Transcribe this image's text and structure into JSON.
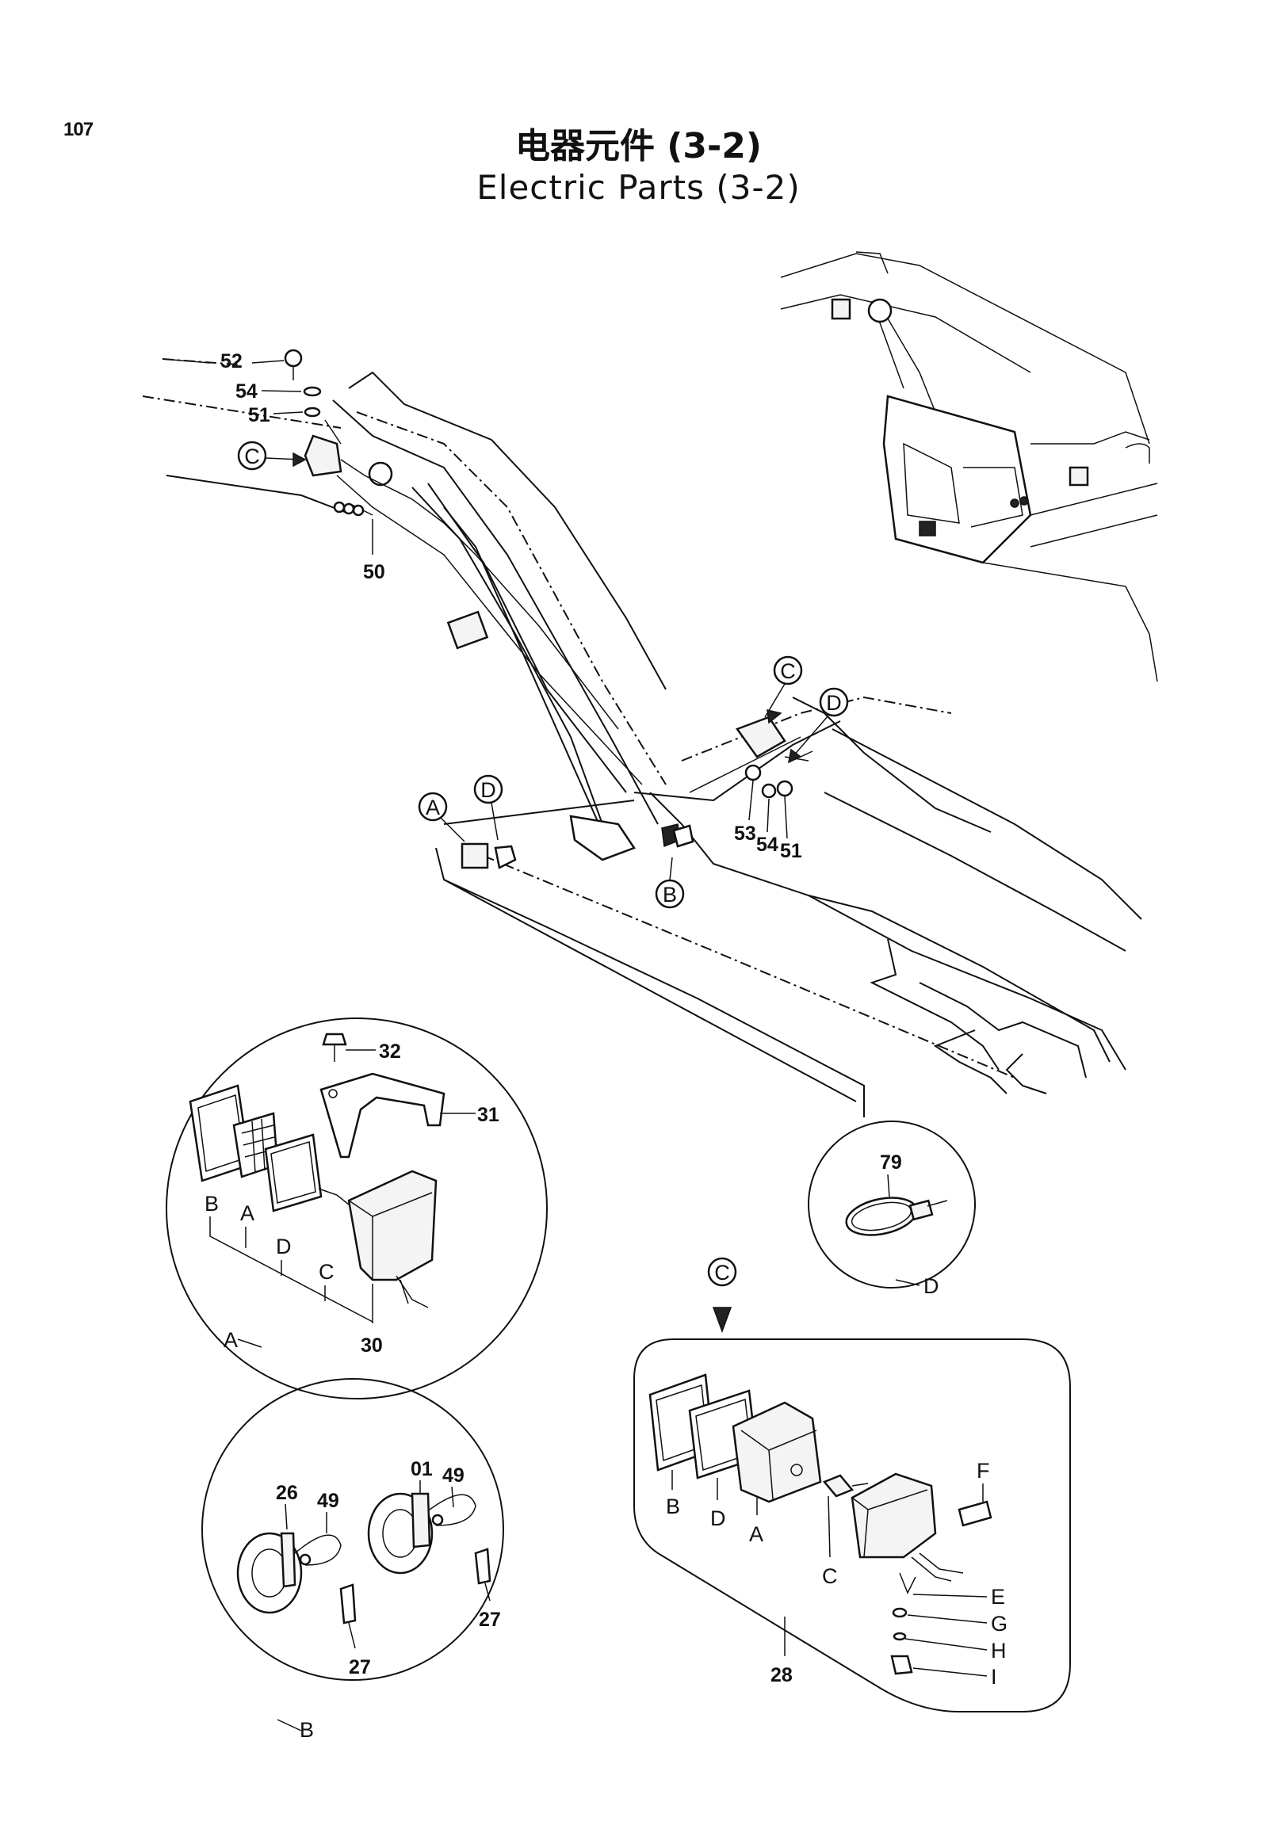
{
  "page_number": "107",
  "title_cn": "电器元件 (3-2)",
  "title_en": "Electric Parts (3-2)",
  "callouts": {
    "top_left": [
      "52",
      "54",
      "51",
      "50"
    ],
    "right_assembly": [
      "53",
      "54",
      "51"
    ],
    "ref_circles": [
      "A",
      "B",
      "C",
      "D"
    ]
  },
  "detail_A": {
    "view_label": "A",
    "items": [
      "32",
      "31",
      "30"
    ],
    "letters": [
      "B",
      "A",
      "D",
      "C"
    ]
  },
  "detail_D": {
    "view_label": "D",
    "items": [
      "79"
    ]
  },
  "detail_B": {
    "view_label": "B",
    "items": [
      "26",
      "49",
      "01",
      "49",
      "27",
      "27"
    ]
  },
  "detail_C": {
    "ref": "C",
    "items": [
      "28"
    ],
    "letters": [
      "B",
      "D",
      "A",
      "C",
      "F",
      "E",
      "G",
      "H",
      "I"
    ]
  }
}
